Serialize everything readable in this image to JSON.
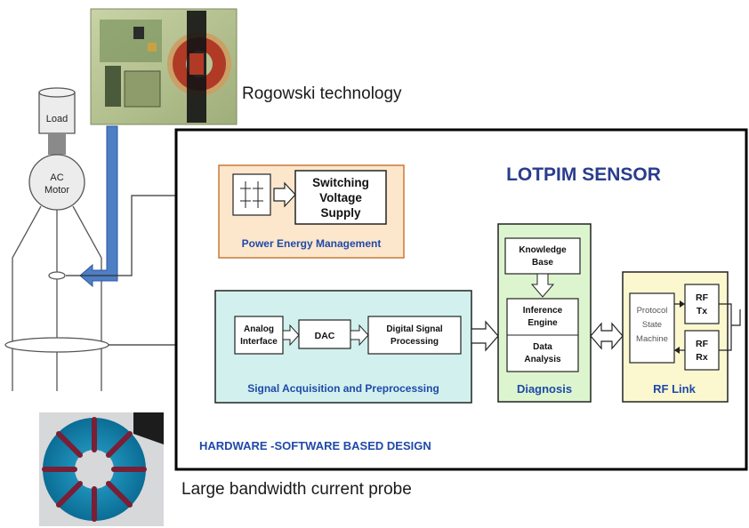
{
  "captions": {
    "rogowski": "Rogowski technology",
    "probe": "Large bandwidth current probe"
  },
  "motor": {
    "load": "Load",
    "ac": "AC",
    "motor": "Motor"
  },
  "sensor": {
    "title": "LOTPIM SENSOR",
    "footer": "HARDWARE -SOFTWARE BASED DESIGN"
  },
  "power": {
    "label": "Power Energy Management",
    "supply_line1": "Switching",
    "supply_line2": "Voltage",
    "supply_line3": "Supply"
  },
  "acquisition": {
    "label": "Signal Acquisition and Preprocessing",
    "analog_line1": "Analog",
    "analog_line2": "Interface",
    "dac": "DAC",
    "dsp_line1": "Digital Signal",
    "dsp_line2": "Processing"
  },
  "diagnosis": {
    "label": "Diagnosis",
    "kb_line1": "Knowledge",
    "kb_line2": "Base",
    "ie_line1": "Inference",
    "ie_line2": "Engine",
    "da_line1": "Data",
    "da_line2": "Analysis"
  },
  "rf": {
    "label": "RF Link",
    "psm_line1": "Protocol",
    "psm_line2": "State",
    "psm_line3": "Machine",
    "tx_line1": "RF",
    "tx_line2": "Tx",
    "rx_line1": "RF",
    "rx_line2": "Rx"
  },
  "colors": {
    "power_fill": "#fde7cc",
    "power_border": "#c8783a",
    "acq_fill": "#d2f1ee",
    "diag_fill": "#ddf5cf",
    "rf_fill": "#fbf8d0",
    "label_blue": "#1f49a8",
    "title_navy": "#2a3c8c",
    "arrow_blue": "#4e7ec4"
  }
}
